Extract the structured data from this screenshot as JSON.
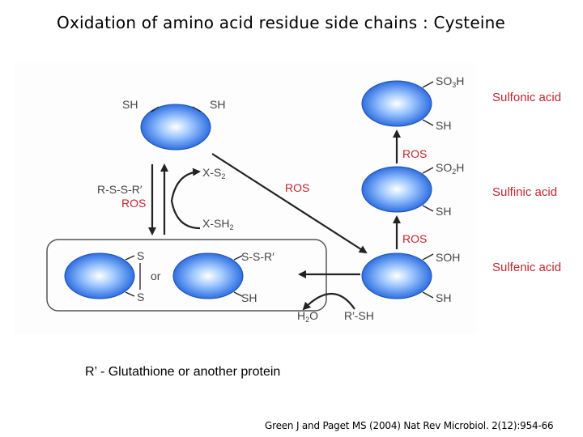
{
  "title": "Oxidation of amino acid residue side chains : Cysteine",
  "labels": {
    "sh_left_top": "SH",
    "sh_right_top": "SH",
    "x_s2": "X-S",
    "x_s2_sub": "2",
    "x_sh2": "X-SH",
    "x_sh2_sub": "2",
    "rssr": "R-S-S-R′",
    "ros_left": "ROS",
    "ros_diag": "ROS",
    "so3h": "SO",
    "so3h_sub": "3",
    "so3h_tail": "H",
    "sh_sulfonic": "SH",
    "ros_1": "ROS",
    "so2h": "SO",
    "so2h_sub": "2",
    "so2h_tail": "H",
    "sh_sulfinic": "SH",
    "ros_2": "ROS",
    "soh": "SOH",
    "sh_sulfenic": "SH",
    "s_top": "S",
    "s_bottom": "S",
    "or": "or",
    "ssr": "S-S-R′",
    "sh_mixed": "SH",
    "h2o": "H",
    "h2o_sub": "2",
    "h2o_tail": "O",
    "rsh": "R′-SH"
  },
  "side_labels": {
    "sulfonic": "Sulfonic acid",
    "sulfinic": "Sulfinic acid",
    "sulfenic": "Sulfenic acid"
  },
  "caption": "R’ - Glutathione or another protein",
  "reference": "Green J and Paget MS (2004) Nat Rev Microbiol. 2(12):954-66",
  "colors": {
    "ros": "#c0262d",
    "protein_fill": "#3f86f0",
    "arrow": "#222222"
  }
}
